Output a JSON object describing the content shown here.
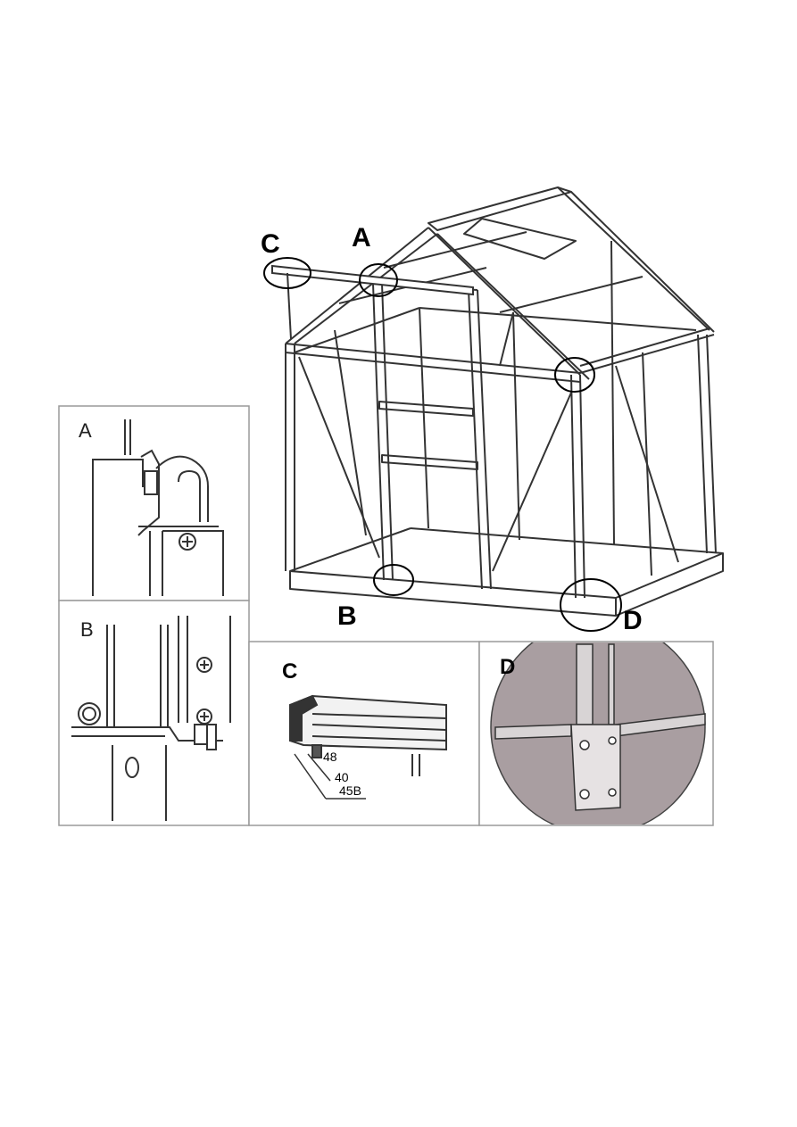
{
  "main_diagram": {
    "callouts": {
      "a": "A",
      "b": "B",
      "c": "C",
      "d": "D"
    }
  },
  "detail_panels": {
    "a": {
      "letter": "A"
    },
    "b": {
      "letter": "B"
    },
    "c": {
      "letter": "C",
      "part_numbers": [
        "48",
        "40",
        "45B"
      ]
    },
    "d": {
      "letter": "D"
    }
  },
  "colors": {
    "line": "#333333",
    "panel_border": "#9a9a9a",
    "panel_d_fill": "#a99ea1"
  }
}
